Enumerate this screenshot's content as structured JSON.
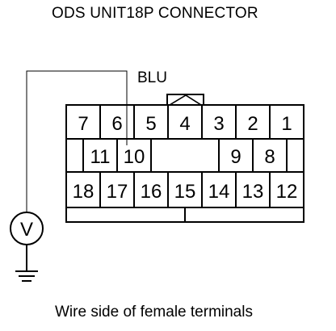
{
  "title": "ODS UNIT18P CONNECTOR",
  "wire_color_label": "BLU",
  "caption": "Wire side of female terminals",
  "meter_symbol": "V",
  "icons": {
    "meter": "voltmeter-icon",
    "ground": "ground-icon"
  },
  "terminals": {
    "row1": [
      "7",
      "6",
      "5",
      "4",
      "3",
      "2",
      "1"
    ],
    "row2": [
      "11",
      "10",
      "9",
      "8"
    ],
    "row3": [
      "18",
      "17",
      "16",
      "15",
      "14",
      "13",
      "12"
    ]
  },
  "probe_terminal": "10"
}
